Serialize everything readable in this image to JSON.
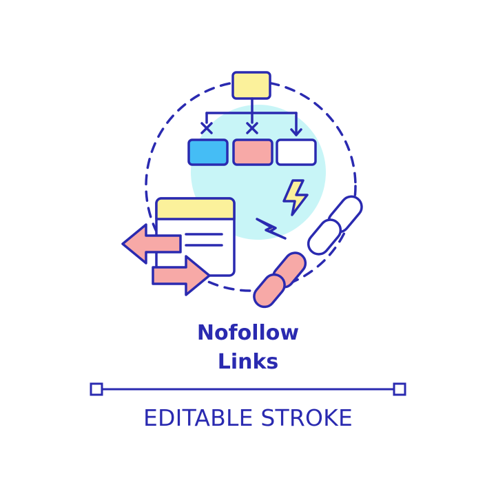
{
  "title": {
    "line1": "Nofollow",
    "line2": "Links"
  },
  "caption": "EDITABLE STROKE",
  "icon_names": [
    "dashed-circle",
    "sitemap-hierarchy-icon",
    "browser-window-icon",
    "redirect-arrows-icon",
    "lightning-bolt-icon",
    "broken-chain-icon"
  ],
  "colors": {
    "stroke": "#2a2ab0",
    "light_cyan": "#c8f5f7",
    "yellow": "#fbf19b",
    "blue": "#45bdf5",
    "pink": "#f7a9a7",
    "white": "#ffffff"
  }
}
